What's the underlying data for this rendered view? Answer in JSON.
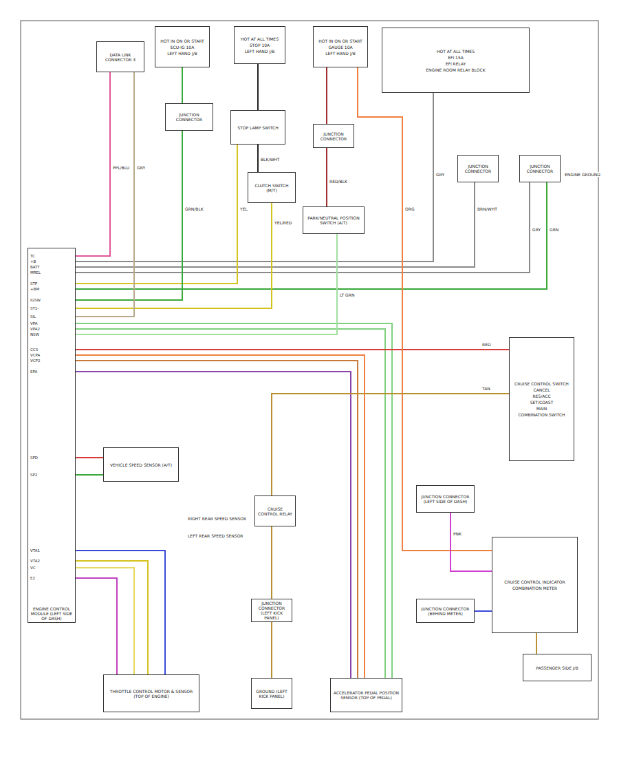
{
  "diagram": {
    "nodes": [
      {
        "text": [
          "ENGINE CONTROL MODULE (LEFT SIDE OF DASH)"
        ]
      },
      {
        "text": [
          "DATA LINK CONNECTOR 3"
        ]
      },
      {
        "text": [
          "HOT IN ON OR START",
          "ECU-IG 10A",
          "LEFT HAND J/B"
        ]
      },
      {
        "text": [
          "HOT AT ALL TIMES",
          "STOP 10A",
          "LEFT HAND J/B"
        ]
      },
      {
        "text": [
          "HOT IN ON OR START",
          "GAUGE 10A",
          "LEFT HAND J/B"
        ]
      },
      {
        "text": [
          "HOT AT ALL TIMES",
          "EFI 15A",
          "EFI RELAY",
          "ENGINE ROOM RELAY BLOCK"
        ]
      },
      {
        "text": [
          "STOP LAMP SWITCH"
        ]
      },
      {
        "text": [
          "CLUTCH SWITCH (M/T)"
        ]
      },
      {
        "text": [
          "JUNCTION CONNECTOR"
        ]
      },
      {
        "text": [
          "PARK/NEUTRAL POSITION SWITCH (A/T)"
        ]
      },
      {
        "text": [
          "JUNCTION CONNECTOR"
        ]
      },
      {
        "text": [
          "JUNCTION CONNECTOR"
        ]
      },
      {
        "text": [
          "JUNCTION CONNECTOR"
        ]
      },
      {
        "text": [
          "CRUISE CONTROL SWITCH",
          "CANCEL",
          "RES/ACC",
          "SET/COAST",
          "MAIN",
          "COMBINATION SWITCH"
        ]
      },
      {
        "text": [
          "VEHICLE SPEED SENSOR (A/T)"
        ]
      },
      {
        "text": [
          "CRUISE CONTROL RELAY"
        ]
      },
      {
        "text": [
          "THROTTLE CONTROL MOTOR & SENSOR (TOP OF ENGINE)"
        ]
      },
      {
        "text": [
          "GROUND (LEFT KICK PANEL)"
        ]
      },
      {
        "text": [
          "ACCELERATOR PEDAL POSITION SENSOR (TOP OF PEDAL)"
        ]
      },
      {
        "text": [
          "CRUISE CONTROL INDICATOR",
          "COMBINATION METER"
        ]
      },
      {
        "text": [
          "JUNCTION CONNECTOR (LEFT SIDE OF DASH)"
        ]
      },
      {
        "text": [
          "JUNCTION CONNECTOR (BEHIND METER)"
        ]
      },
      {
        "text": [
          "JUNCTION CONNECTOR (LEFT KICK PANEL)"
        ]
      },
      {
        "text": [
          "PASSENGER SIDE J/B"
        ]
      }
    ],
    "edges": [
      {
        "from": 0,
        "to": 1,
        "arrow": "none"
      },
      {
        "from": 0,
        "to": 5,
        "arrow": "none"
      },
      {
        "from": 0,
        "to": 11,
        "arrow": "none"
      },
      {
        "from": 0,
        "to": 12,
        "arrow": "none"
      },
      {
        "from": 0,
        "to": 6,
        "arrow": "none"
      },
      {
        "from": 0,
        "to": 12,
        "arrow": "none"
      },
      {
        "from": 2,
        "to": 10,
        "arrow": "none"
      },
      {
        "from": 10,
        "to": 0,
        "arrow": "none"
      },
      {
        "from": 7,
        "to": 0,
        "arrow": "none"
      },
      {
        "from": 1,
        "to": 0,
        "arrow": "none"
      },
      {
        "from": 0,
        "to": 18,
        "arrow": "none"
      },
      {
        "from": 0,
        "to": 18,
        "arrow": "none"
      },
      {
        "from": 0,
        "to": 9,
        "arrow": "none"
      },
      {
        "from": 0,
        "to": 13,
        "arrow": "none"
      },
      {
        "from": 0,
        "to": 18,
        "arrow": "none"
      },
      {
        "from": 0,
        "to": 18,
        "arrow": "none"
      },
      {
        "from": 0,
        "to": 18,
        "arrow": "none"
      },
      {
        "from": 3,
        "to": 6,
        "arrow": "none"
      },
      {
        "from": 6,
        "to": 7,
        "arrow": "none"
      },
      {
        "from": 4,
        "to": 8,
        "arrow": "none"
      },
      {
        "from": 8,
        "to": 9,
        "arrow": "none"
      },
      {
        "from": 4,
        "to": 19,
        "arrow": "none"
      },
      {
        "from": 13,
        "to": 15,
        "arrow": "none"
      },
      {
        "from": 15,
        "to": 22,
        "arrow": "none"
      },
      {
        "from": 22,
        "to": 17,
        "arrow": "none"
      },
      {
        "from": 14,
        "to": 0,
        "arrow": "none"
      },
      {
        "from": 14,
        "to": 0,
        "arrow": "none"
      },
      {
        "from": 0,
        "to": 16,
        "arrow": "none"
      },
      {
        "from": 0,
        "to": 16,
        "arrow": "none"
      },
      {
        "from": 0,
        "to": 16,
        "arrow": "none"
      },
      {
        "from": 0,
        "to": 16,
        "arrow": "none"
      },
      {
        "from": 20,
        "to": 19,
        "arrow": "none"
      },
      {
        "from": 21,
        "to": 19,
        "arrow": "none"
      },
      {
        "from": 19,
        "to": 23,
        "arrow": "none"
      }
    ],
    "labels": [
      "TC",
      "+B",
      "BATT",
      "MREL",
      "STP",
      "+BM",
      "IGSW",
      "ST1-",
      "SIL",
      "VPA",
      "VPA2",
      "NSW",
      "CCS",
      "VCPA",
      "VCP2",
      "EPA",
      "SPD",
      "SP2",
      "VTA1",
      "VTA2",
      "VC",
      "E2",
      "PPL/BLU",
      "GRY",
      "GRN/BLK",
      "YEL",
      "BLK/WHT",
      "YEL/RED",
      "RED/BLK",
      "LT GRN",
      "ORG",
      "GRY",
      "BRN/WHT",
      "GRY",
      "GRN",
      "RED",
      "TAN",
      "PNK",
      "RIGHT REAR SPEED SENSOR",
      "LEFT REAR SPEED SENSOR",
      "ENGINE GROUND"
    ]
  }
}
